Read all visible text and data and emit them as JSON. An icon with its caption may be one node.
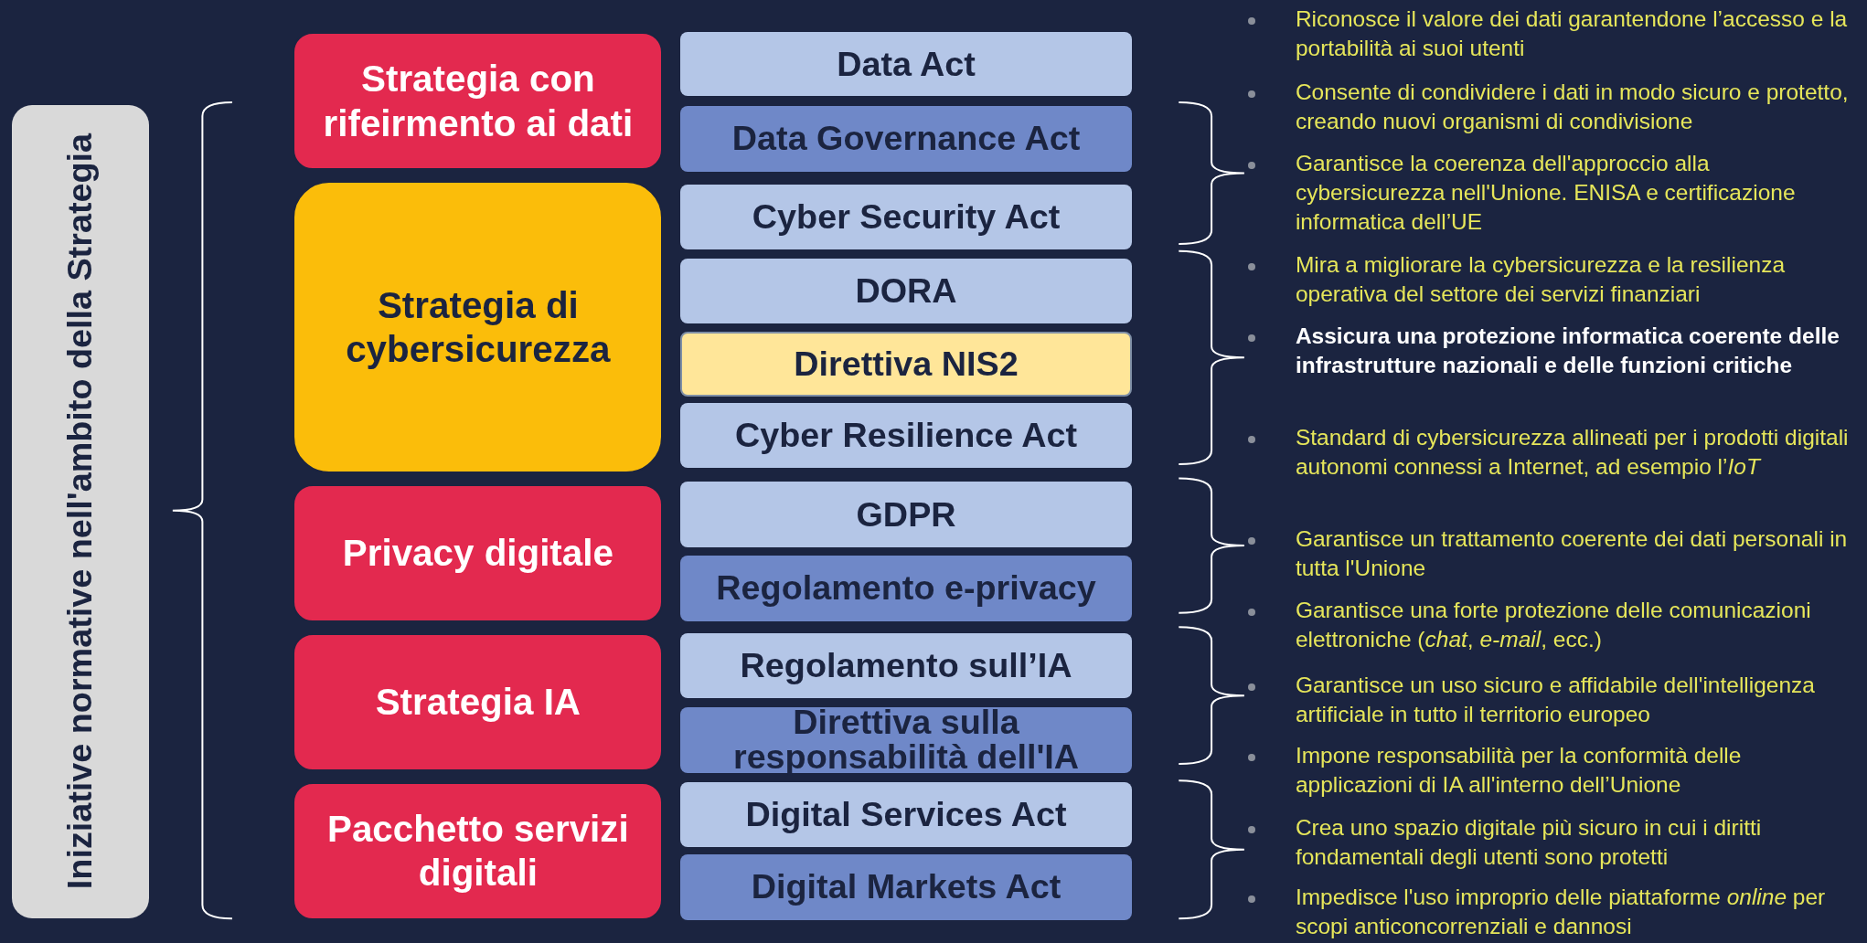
{
  "diagram": {
    "nodes": [
      {
        "text": [
          "Iniziative normative nell'ambito della Strategia"
        ]
      },
      {
        "text": [
          "Strategia con rifeirmento ai dati"
        ]
      },
      {
        "text": [
          "Data Act"
        ]
      },
      {
        "text": [
          "Data Governance Act"
        ]
      },
      {
        "text": [
          "Strategia di cybersicurezza"
        ]
      },
      {
        "text": [
          "Cyber Security Act"
        ]
      },
      {
        "text": [
          "DORA"
        ]
      },
      {
        "text": [
          "Direttiva NIS2"
        ]
      },
      {
        "text": [
          "Cyber Resilience Act"
        ]
      },
      {
        "text": [
          "Privacy digitale"
        ]
      },
      {
        "text": [
          "GDPR"
        ]
      },
      {
        "text": [
          "Regolamento e-privacy"
        ]
      },
      {
        "text": [
          "Strategia IA"
        ]
      },
      {
        "text": [
          "Regolamento sull’IA"
        ]
      },
      {
        "text": [
          "Direttiva sulla responsabilità dell'IA"
        ]
      },
      {
        "text": [
          "Pacchetto servizi digitali"
        ]
      },
      {
        "text": [
          "Digital Services Act"
        ]
      },
      {
        "text": [
          "Digital Markets Act"
        ]
      }
    ],
    "labels": [
      "Riconosce il valore dei dati garantendone l’accesso e la portabilità ai suoi utenti",
      "Consente di condividere i dati in modo sicuro e protetto, creando nuovi organismi di condivisione",
      "Garantisce la coerenza dell'approccio alla cybersicurezza nell'Unione. ENISA e certificazione informatica dell’UE",
      "Mira a migliorare la cybersicurezza e la resilienza operativa del settore dei servizi finanziari",
      "Assicura una protezione informatica coerente delle infrastrutture nazionali e delle funzioni critiche",
      "Standard di cybersicurezza allineati per i prodotti digitali autonomi connessi a Internet, ad esempio l’*IoT*",
      "Garantisce un trattamento coerente dei dati personali in tutta l'Unione",
      "Garantisce una forte protezione delle comunicazioni elettroniche (*chat*, *e-mail*, ecc.)",
      "Garantisce un uso sicuro e affidabile dell'intelligenza artificiale in tutto il territorio europeo",
      "Impone responsabilità per la conformità delle applicazioni di IA all'interno dell’Unione",
      "Crea uno spazio digitale più sicuro in cui i diritti fondamentali degli utenti sono protetti",
      "Impedisce l'uso improprio delle piattaforme *online* per scopi anticoncorrenziali e dannosi"
    ]
  }
}
